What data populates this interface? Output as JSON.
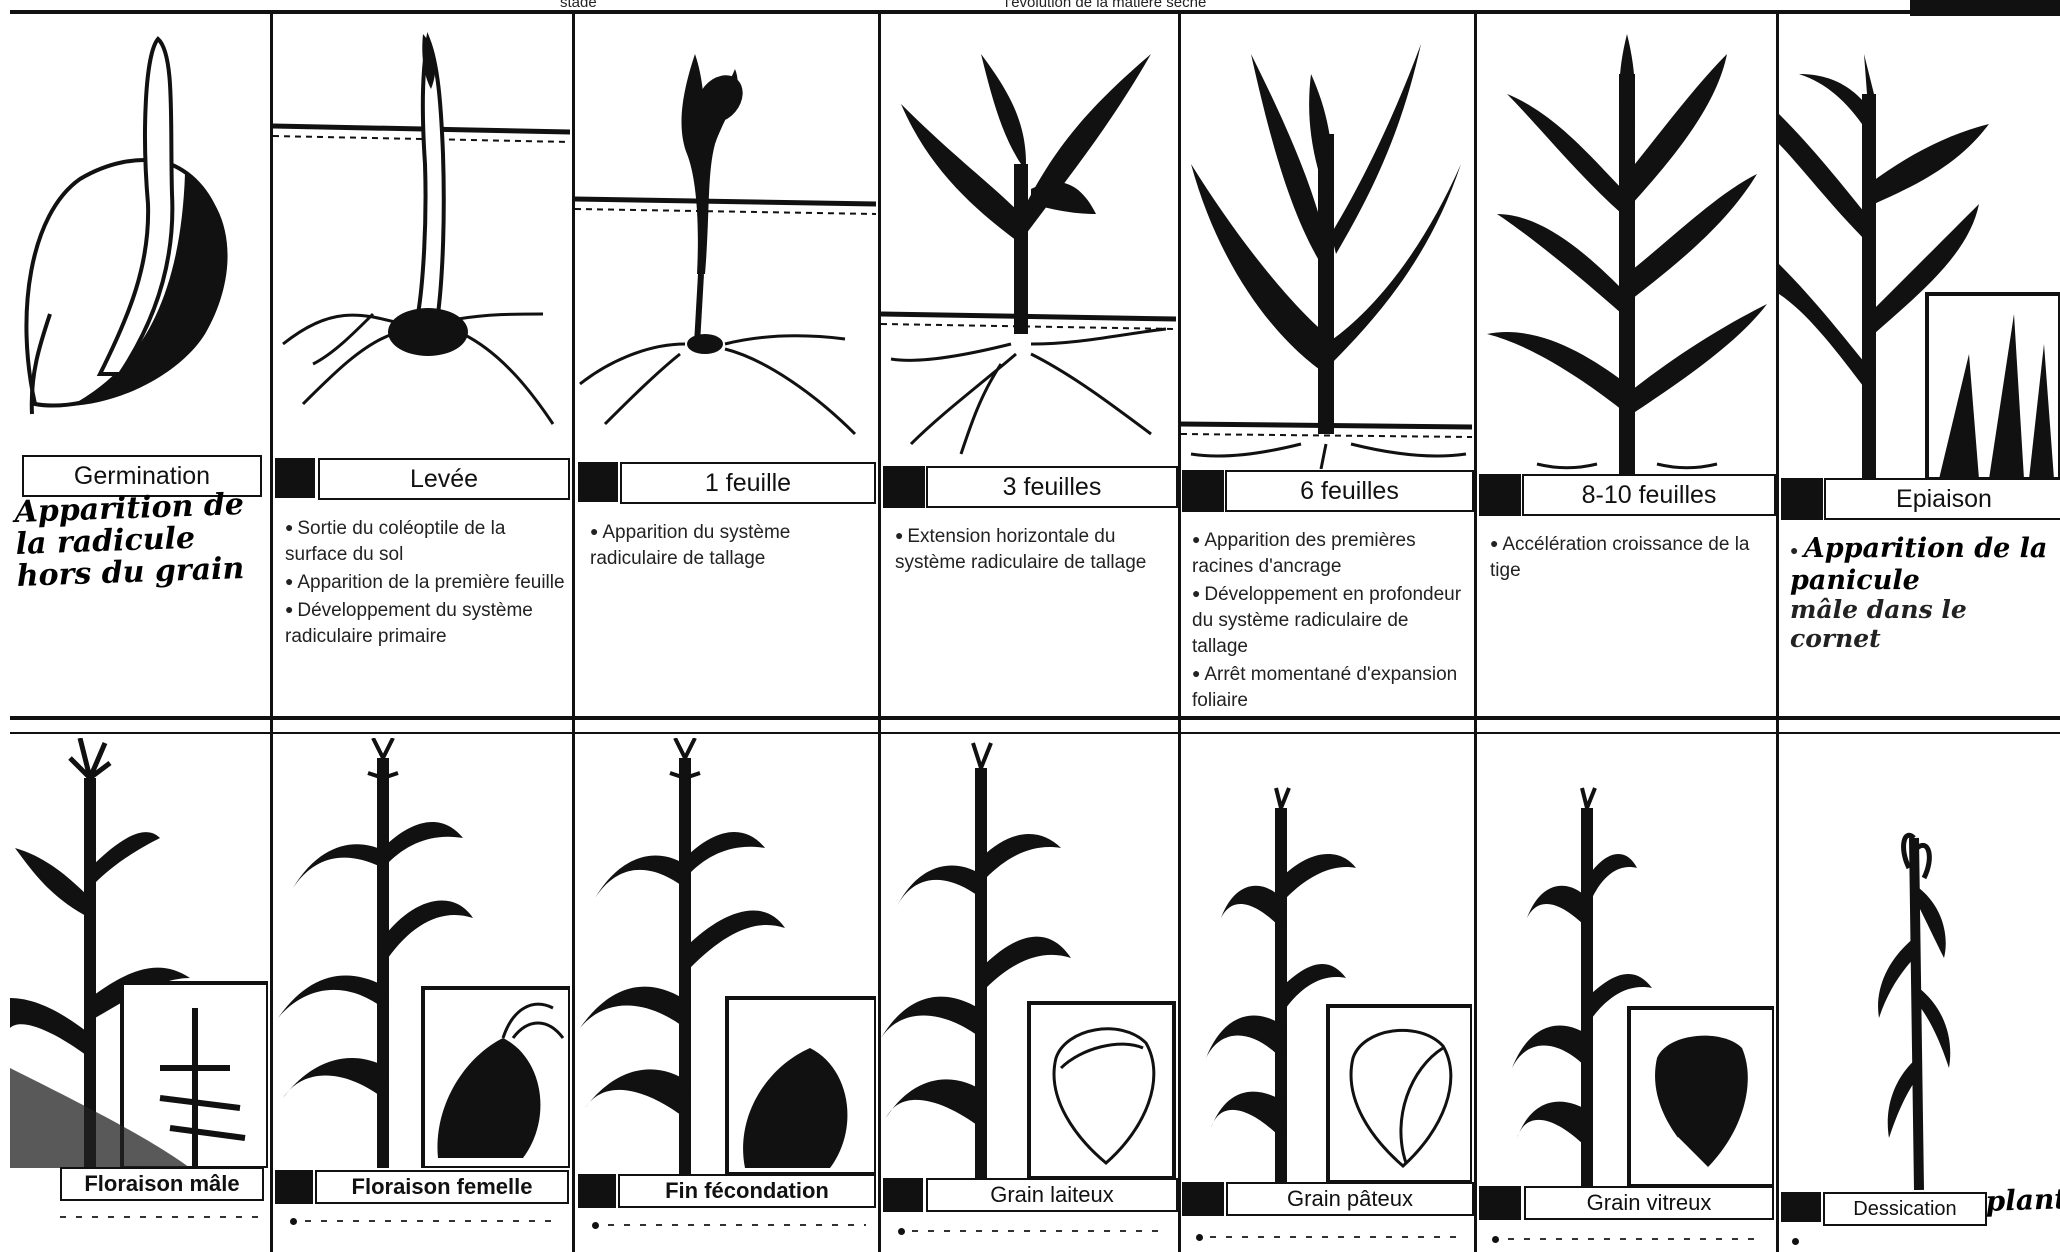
{
  "header": {
    "left_fragment": "stade",
    "center_fragment": "l'évolution de la matière sèche"
  },
  "top_row": [
    {
      "label": "Germination",
      "icon": "seed-germination-icon",
      "handwritten": "Apparition de la radicule hors du grain",
      "bullets": []
    },
    {
      "label": "Levée",
      "icon": "emergence-seedling-icon",
      "bullets": [
        "Sortie du coléoptile de la surface du sol",
        "Apparition de la première feuille",
        "Développement du système radiculaire primaire"
      ]
    },
    {
      "label": "1 feuille",
      "icon": "one-leaf-plant-icon",
      "bullets": [
        "Apparition du système radiculaire de tallage"
      ]
    },
    {
      "label": "3 feuilles",
      "icon": "three-leaf-plant-icon",
      "bullets": [
        "Extension horizontale du système radiculaire de tallage"
      ]
    },
    {
      "label": "6 feuilles",
      "icon": "six-leaf-plant-icon",
      "bullets": [
        "Apparition des premières racines d'ancrage",
        "Développement en profondeur du système radiculaire de tallage",
        "Arrêt momentané d'expansion foliaire"
      ]
    },
    {
      "label": "8-10 feuilles",
      "icon": "eight-ten-leaf-plant-icon",
      "bullets": [
        "Accélération croissance de la tige"
      ]
    },
    {
      "label": "Epiaison",
      "icon": "heading-plant-icon",
      "handwritten_prefix": "Apparition de la panicule",
      "handwritten_suffix": "mâle dans le cornet",
      "bullets": []
    }
  ],
  "bottom_row": [
    {
      "label": "Floraison mâle",
      "icon": "male-flowering-plant-icon"
    },
    {
      "label": "Floraison femelle",
      "icon": "female-flowering-plant-icon"
    },
    {
      "label": "Fin fécondation",
      "icon": "end-fertilization-plant-icon"
    },
    {
      "label": "Grain laiteux",
      "icon": "milky-grain-plant-icon"
    },
    {
      "label": "Grain pâteux",
      "icon": "doughy-grain-plant-icon"
    },
    {
      "label": "Grain vitreux",
      "icon": "glassy-grain-plant-icon"
    },
    {
      "label": "Dessication",
      "handwritten_suffix": "plante",
      "icon": "dried-plant-icon"
    }
  ]
}
